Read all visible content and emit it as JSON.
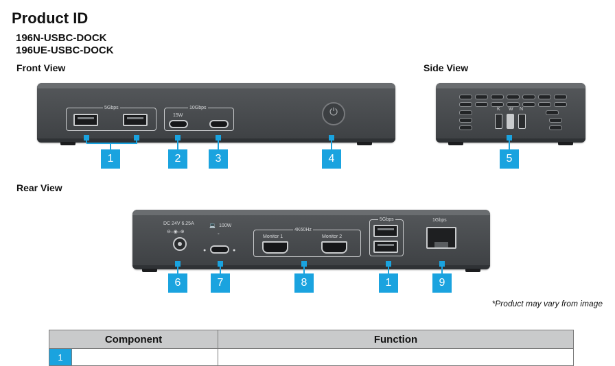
{
  "header": {
    "title": "Product ID",
    "models": [
      "196N-USBC-DOCK",
      "196UE-USBC-DOCK"
    ]
  },
  "sections": {
    "front": "Front View",
    "side": "Side View",
    "rear": "Rear View"
  },
  "front_labels": {
    "usb_a_speed": "5Gbps",
    "usb_c_speed": "10Gbps",
    "usb_c_power": "15W"
  },
  "side_labels": {
    "switch_k": "K",
    "switch_w": "W",
    "switch_n": "N"
  },
  "rear_labels": {
    "dc": "DC 24V 6.25A",
    "pd": "100W",
    "video_group": "4K60Hz",
    "monitor1": "Monitor 1",
    "monitor2": "Monitor 2",
    "usb_a_speed": "5Gbps",
    "lan_speed": "1Gbps"
  },
  "callouts": {
    "c1": "1",
    "c2": "2",
    "c3": "3",
    "c4": "4",
    "c5": "5",
    "c6": "6",
    "c7": "7",
    "c8": "8",
    "c9": "1",
    "c10": "9"
  },
  "footnote": "*Product may vary from image",
  "table": {
    "headers": [
      "Component",
      "Function"
    ],
    "first_row_number": "1"
  },
  "colors": {
    "accent": "#1aa3df",
    "device": "#4a4d50"
  }
}
